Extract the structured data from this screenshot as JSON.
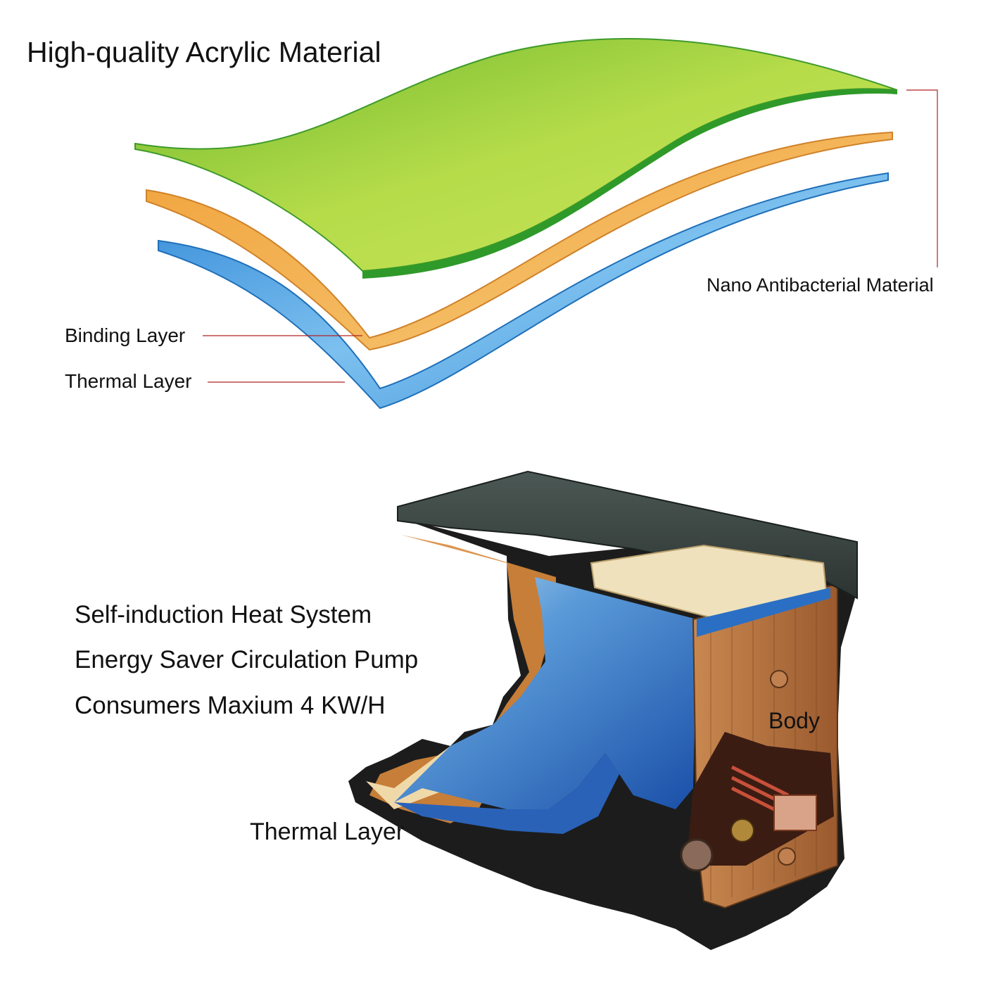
{
  "title": "High-quality Acrylic Material",
  "layers_diagram": {
    "labels": {
      "nano": "Nano Antibacterial Material",
      "binding": "Binding Layer",
      "thermal": "Thermal Layer"
    },
    "colors": {
      "acrylic": "#8cc63e",
      "binding": "#f2a23a",
      "thermal": "#3a8fd8",
      "leader": "#b22222"
    }
  },
  "spa_diagram": {
    "features": [
      "Self-induction Heat System",
      "Energy Saver Circulation Pump",
      "Consumers Maxium 4 KW/H"
    ],
    "labels": {
      "body": "Body",
      "thermal": "Thermal Layer"
    },
    "colors": {
      "cover": "#3c4743",
      "water": "#2a6fc4",
      "wood": "#a8683a",
      "insulation": "#d98a3c"
    }
  }
}
